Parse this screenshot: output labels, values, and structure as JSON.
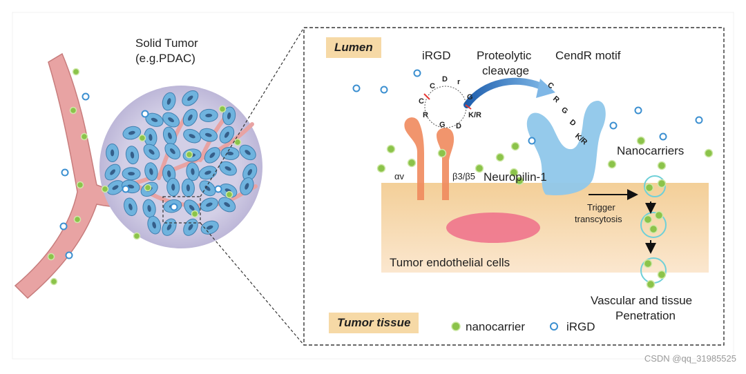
{
  "solid_tumor": {
    "title": "Solid Tumor",
    "subtitle": "(e.g.PDAC)"
  },
  "zoom_panel": {
    "lumen_label": "Lumen",
    "tumor_tissue_label": "Tumor tissue",
    "irgd_label": "iRGD",
    "cleavage_label_1": "Proteolytic",
    "cleavage_label_2": "cleavage",
    "cendr_label": "CendR motif",
    "nanocarriers_label": "Nanocarriers",
    "alpha_v_label": "αv",
    "beta_label": "β3/β5",
    "neuropilin_label": "Neuropilin-1",
    "trigger_label_1": "Trigger",
    "trigger_label_2": "transcytosis",
    "endothelial_label": "Tumor endothelial cells",
    "penetration_label_1": "Vascular and tissue",
    "penetration_label_2": "Penetration",
    "irgd_ring_residues": [
      "C",
      "D",
      "r",
      "G",
      "K/R",
      "D",
      "G",
      "R",
      "C"
    ],
    "cendr_chain_residues": [
      "C",
      "R",
      "G",
      "D",
      "K/R"
    ]
  },
  "legend": {
    "nanocarrier_label": "nanocarrier",
    "irgd_label": "iRGD",
    "nanocarrier_color": "#8bc34a",
    "irgd_color": "#3b8fd0"
  },
  "colors": {
    "vessel": "#e8a3a3",
    "tumor_disc": "#cfcbe3",
    "cell": "#6fb3de",
    "nucleus": "#355f8a",
    "membrane": "#f5d3a1",
    "integrin": "#f08a5d",
    "neuropilin": "#8fc7ea",
    "dash": "#333333"
  },
  "watermark": "CSDN @qq_31985525"
}
